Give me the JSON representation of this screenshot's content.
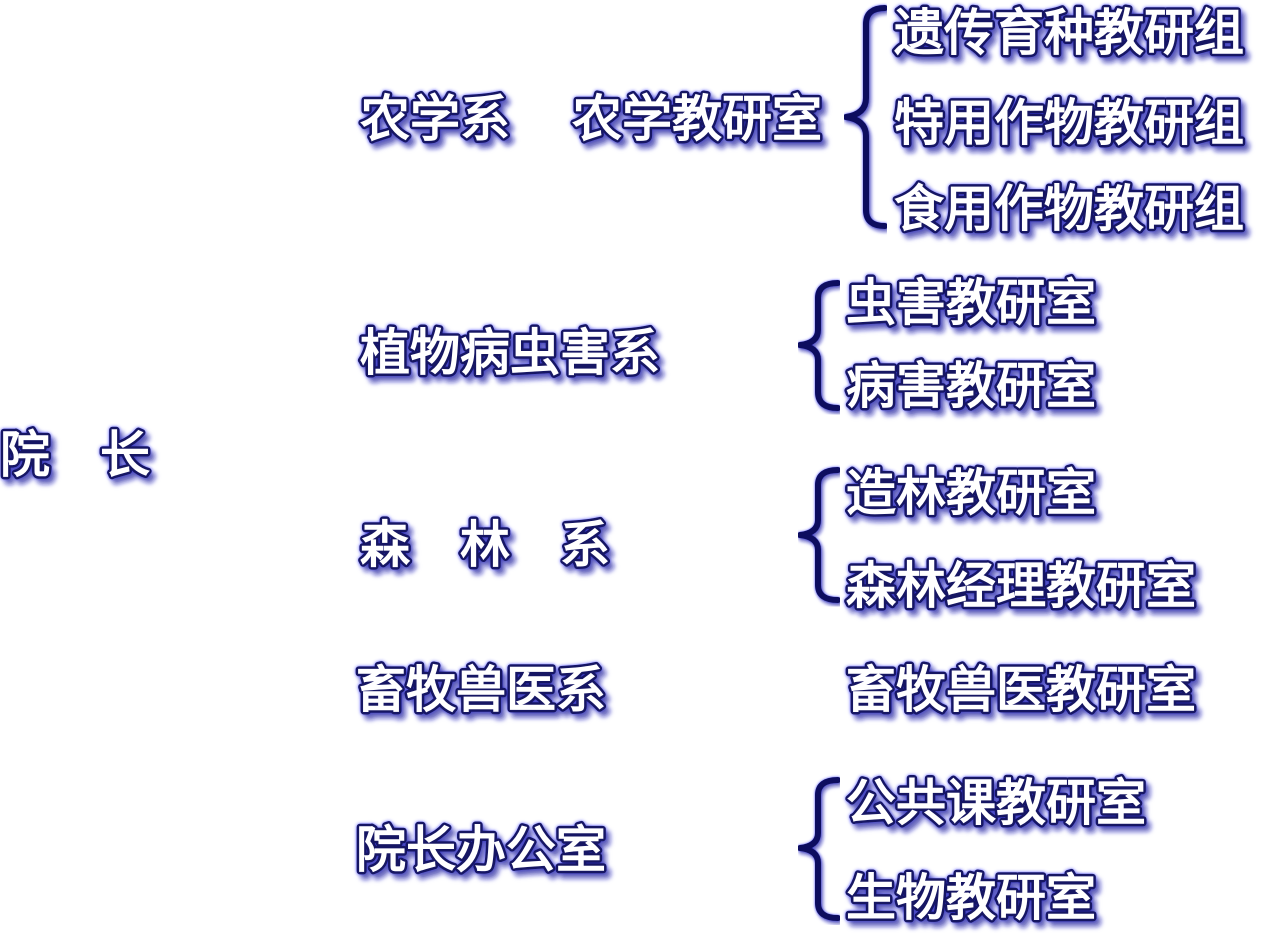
{
  "root": {
    "label": "院　长"
  },
  "departments": [
    {
      "label": "农学系",
      "joined_unit": "农学教研室",
      "units": [
        "遗传育种教研组",
        "特用作物教研组",
        "食用作物教研组"
      ]
    },
    {
      "label": "植物病虫害系",
      "units": [
        "虫害教研室",
        "病害教研室"
      ]
    },
    {
      "label": "森　林　系",
      "units": [
        "造林教研室",
        "森林经理教研室"
      ]
    },
    {
      "label": "畜牧兽医系",
      "units": [
        "畜牧兽医教研室"
      ]
    },
    {
      "label": "院长办公室",
      "units": [
        "公共课教研室",
        "生物教研室"
      ]
    }
  ],
  "colors": {
    "line": "#0d0d5e",
    "text_fill": "#ffffff",
    "text_outline": "#121263",
    "glow": "#3a3aff"
  }
}
